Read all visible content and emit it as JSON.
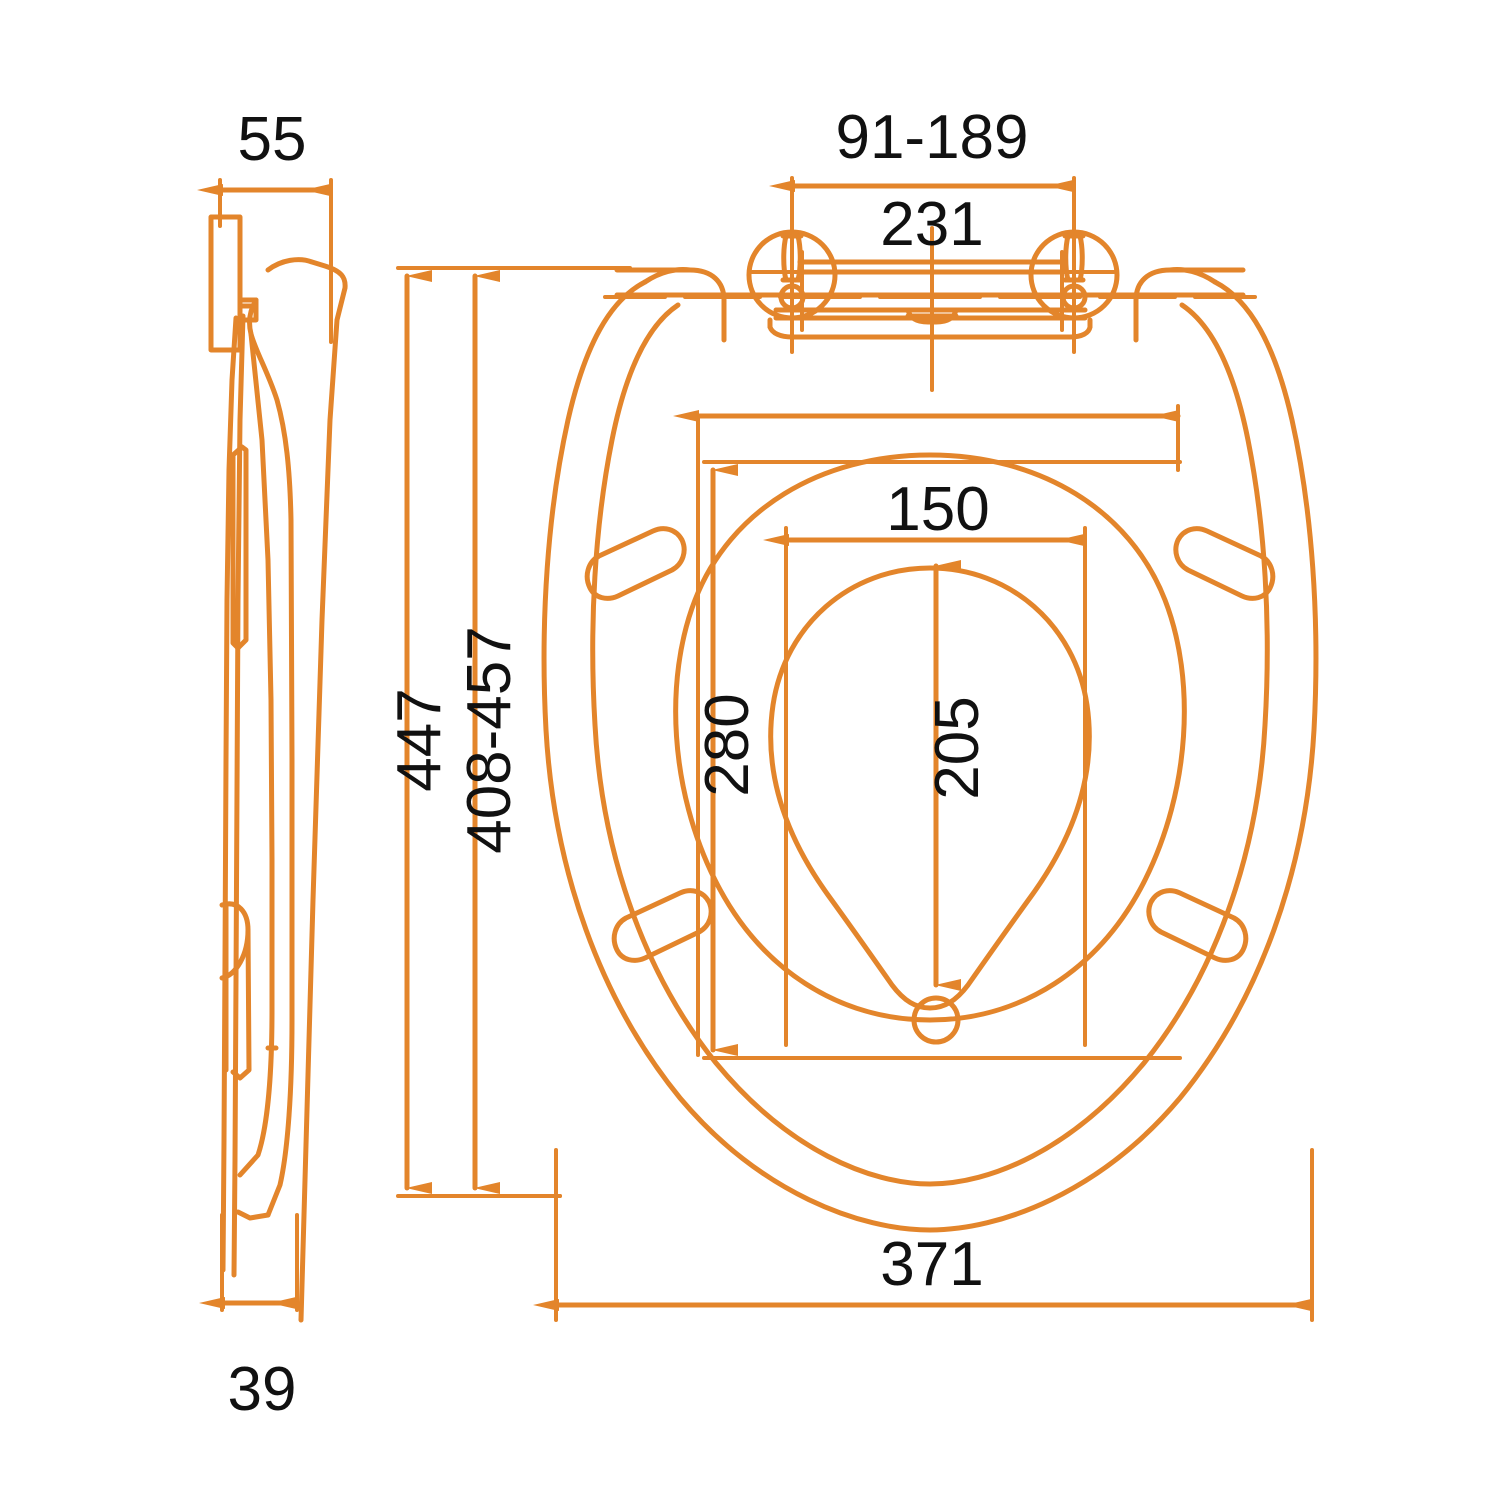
{
  "drawing": {
    "title": "Toilet seat technical dimension drawing",
    "units": "mm",
    "line_color": "#E3852B",
    "text_color": "#111111",
    "background": "#FFFFFF",
    "views": [
      {
        "name": "side-profile-view",
        "position": "left"
      },
      {
        "name": "top-plan-view",
        "position": "right"
      }
    ],
    "dimensions": {
      "side_width_top": "55",
      "side_width_bottom": "39",
      "hinge_spacing_range": "91-189",
      "hinge_plate_width": "231",
      "seat_overall_length": "447",
      "seat_length_range": "408-457",
      "ring_inner_length": "280",
      "bowl_opening_length": "205",
      "bowl_opening_width": "150",
      "seat_overall_width": "371"
    },
    "labels": [
      {
        "id": "dim-55",
        "value": "55",
        "rotated": false
      },
      {
        "id": "dim-39",
        "value": "39",
        "rotated": false
      },
      {
        "id": "dim-91-189",
        "value": "91-189",
        "rotated": false
      },
      {
        "id": "dim-231",
        "value": "231",
        "rotated": false
      },
      {
        "id": "dim-150",
        "value": "150",
        "rotated": false
      },
      {
        "id": "dim-371",
        "value": "371",
        "rotated": false
      },
      {
        "id": "dim-447",
        "value": "447",
        "rotated": true
      },
      {
        "id": "dim-408-457",
        "value": "408-457",
        "rotated": true
      },
      {
        "id": "dim-280",
        "value": "280",
        "rotated": true
      },
      {
        "id": "dim-205",
        "value": "205",
        "rotated": true
      }
    ]
  }
}
